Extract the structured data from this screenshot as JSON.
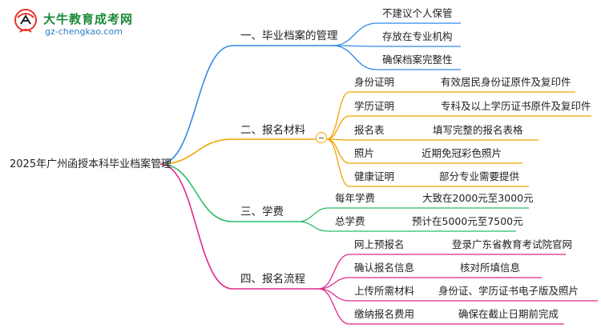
{
  "logo": {
    "title": "大牛教育成考网",
    "url": "gz-chengkao.com"
  },
  "root": {
    "label": "2025年广州函授本科毕业档案管理"
  },
  "branches": [
    {
      "label": "一、毕业档案的管理",
      "color": "#2f8ae6",
      "children": [
        {
          "label": "不建议个人保管"
        },
        {
          "label": "存放在专业机构"
        },
        {
          "label": "确保档案完整性"
        }
      ]
    },
    {
      "label": "二、报名材料",
      "color": "#f0a400",
      "children": [
        {
          "label": "身份证明",
          "detail": "有效居民身份证原件及复印件"
        },
        {
          "label": "学历证明",
          "detail": "专科及以上学历证书原件及复印件"
        },
        {
          "label": "报名表",
          "detail": "填写完整的报名表格"
        },
        {
          "label": "照片",
          "detail": "近期免冠彩色照片"
        },
        {
          "label": "健康证明",
          "detail": "部分专业需要提供"
        }
      ]
    },
    {
      "label": "三、学费",
      "color": "#2dbb6a",
      "children": [
        {
          "label": "每年学费",
          "detail": "大致在2000元至3000元"
        },
        {
          "label": "总学费",
          "detail": "预计在5000元至7500元"
        }
      ]
    },
    {
      "label": "四、报名流程",
      "color": "#e0288c",
      "children": [
        {
          "label": "网上预报名",
          "detail": "登录广东省教育考试院官网"
        },
        {
          "label": "确认报名信息",
          "detail": "核对所填信息"
        },
        {
          "label": "上传所需材料",
          "detail": "身份证、学历证书电子版及照片"
        },
        {
          "label": "缴纳报名费用",
          "detail": "确保在截止日期前完成"
        }
      ]
    }
  ]
}
